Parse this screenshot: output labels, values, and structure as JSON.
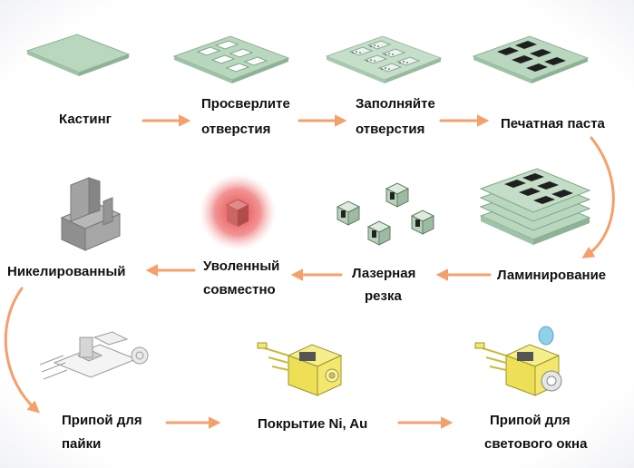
{
  "colors": {
    "arrow": "#f4a06c",
    "board": "#b9d7be",
    "board_edge": "#8db296",
    "hole": "#1f1f1f",
    "metal_gray": "#9a9a9a",
    "gold": "#f3e76d",
    "red_glow": "#e64242",
    "blue_window": "#8fd0ea"
  },
  "steps": {
    "casting": "Кастинг",
    "drill_1": "Просверлите",
    "drill_2": "отверстия",
    "fill_1": "Заполняйте",
    "fill_2": "отверстия",
    "print_paste": "Печатная паста",
    "lamination": "Ламинирование",
    "laser_1": "Лазерная",
    "laser_2": "резка",
    "fired_1": "Уволенный",
    "fired_2": "совместно",
    "nickel": "Никелированный",
    "solder_1": "Припой для",
    "solder_2": "пайки",
    "plating": "Покрытие Ni, Au",
    "window_1": "Припой для",
    "window_2": "светового окна"
  }
}
